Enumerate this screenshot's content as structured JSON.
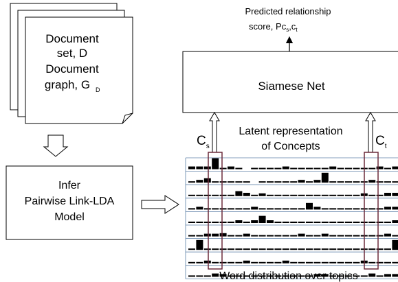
{
  "document_stack": {
    "line1": "Document",
    "line2": "set, D",
    "line3": "Document",
    "line4": "graph, G",
    "line4_sub": "D"
  },
  "infer_box": {
    "line1": "Infer",
    "line2": "Pairwise Link-LDA",
    "line3": "Model"
  },
  "siamese": {
    "label": "Siamese Net",
    "output_line1": "Predicted relationship",
    "output_line2_prefix": "score, P",
    "output_sub1": "c",
    "output_sub1_sub": "s",
    "output_sep": ",c",
    "output_sub2": "t"
  },
  "concepts": {
    "cs_main": "C",
    "cs_sub": "s",
    "ct_main": "C",
    "ct_sub": "t",
    "latent_line1": "Latent representation",
    "latent_line2": "of Concepts"
  },
  "word_dist": {
    "caption": "Word distribution over topics",
    "rows": [
      [
        0.25,
        0.25,
        0.25,
        1.0,
        0.12,
        0.25,
        0.12,
        0,
        0.12,
        0.12,
        0.12,
        0.12,
        0.25,
        0.12,
        0.12,
        0.12,
        0.12,
        0.12,
        0.25,
        0.12,
        0.12,
        0.12,
        0.12,
        0.12,
        0.25,
        0.12,
        0.25
      ],
      [
        0.12,
        0.25,
        0.4,
        0.12,
        0.12,
        0.12,
        0.12,
        0.12,
        0,
        0.12,
        0.12,
        0.12,
        0.12,
        0.12,
        0.25,
        0.12,
        0.25,
        0.9,
        0.12,
        0.12,
        0.12,
        0.12,
        0.12,
        0.25,
        0.12,
        0.12,
        0.12
      ],
      [
        0.12,
        0.12,
        0.12,
        0.12,
        0.12,
        0.12,
        0.45,
        0.3,
        0.12,
        0.25,
        0.12,
        0.12,
        0.12,
        0.12,
        0.12,
        0.12,
        0.12,
        0.12,
        0.12,
        0.12,
        0.12,
        0.12,
        0.25,
        0.12,
        0.12,
        0.3,
        0.3
      ],
      [
        0.12,
        0.25,
        0.12,
        0.12,
        0.12,
        0.12,
        0.12,
        0.12,
        0.25,
        0.12,
        0.12,
        0.12,
        0.12,
        0.12,
        0.12,
        0.6,
        0.25,
        0.12,
        0.12,
        0.12,
        0.12,
        0.12,
        0.12,
        0.12,
        0.12,
        0.25,
        0.25
      ],
      [
        0.12,
        0.12,
        0.12,
        0.12,
        0.12,
        0.12,
        0.25,
        0.12,
        0.25,
        0.65,
        0.25,
        0.12,
        0.12,
        0.12,
        0.12,
        0.12,
        0.12,
        0.12,
        0.12,
        0.12,
        0.12,
        0.12,
        0.12,
        0.12,
        0.12,
        0.12,
        0.25
      ],
      [
        0.12,
        0.12,
        0.25,
        0.25,
        0.3,
        0.12,
        0.12,
        0.25,
        0.12,
        0.12,
        0.12,
        0.12,
        0.12,
        0.12,
        0.25,
        0.12,
        0.12,
        0.25,
        0.12,
        0.12,
        0.12,
        0.12,
        0.12,
        0.12,
        0.12,
        0.25,
        0.12
      ],
      [
        0.12,
        0.9,
        0.12,
        0.12,
        0.12,
        0.12,
        0.12,
        0.12,
        0.12,
        0.12,
        0.12,
        0.12,
        0.12,
        0.12,
        0.12,
        0.12,
        0.12,
        0.12,
        0.12,
        0.12,
        0.12,
        0.12,
        0.12,
        0.12,
        0.12,
        0.12,
        0.9
      ],
      [
        0.12,
        0.12,
        0.25,
        0.12,
        0.12,
        0.12,
        0.12,
        0.25,
        0.12,
        0.12,
        0.12,
        0.12,
        0.25,
        0.12,
        0.12,
        0.12,
        0.12,
        0.12,
        0.12,
        0.12,
        0.12,
        0.12,
        0.25,
        0.12,
        0.12,
        0.12,
        0.12
      ],
      [
        0.12,
        0.12,
        0.12,
        0.3,
        0.25,
        0.12,
        0.12,
        0.12,
        0.12,
        0.12,
        0.12,
        0.12,
        0.12,
        0.12,
        0.12,
        0.12,
        0.25,
        0.25,
        0.12,
        0.12,
        0.12,
        0.12,
        0.12,
        0.3,
        0.12,
        0.25,
        0.25
      ]
    ]
  }
}
